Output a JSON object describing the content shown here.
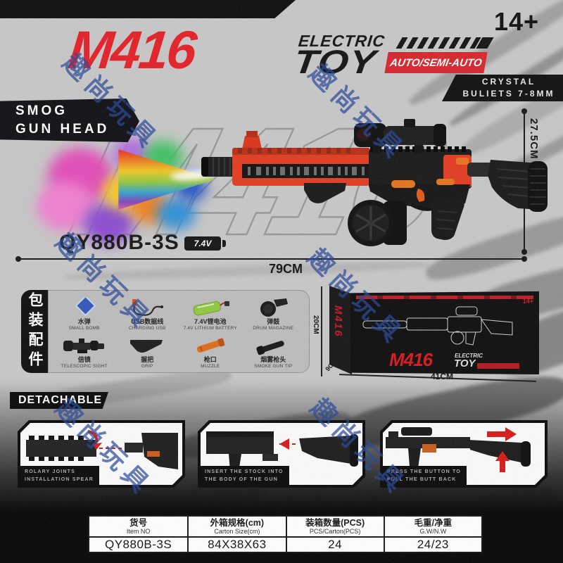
{
  "watermark": {
    "text": "趣尚玩具"
  },
  "header": {
    "age_rating": "14+",
    "title": "M416",
    "subtitle_line1": "ELECTRIC",
    "subtitle_line2": "TOY",
    "mode_badge": "AUTO/SEMI-AUTO"
  },
  "smog_badge": {
    "line1": "SMOG",
    "line2": "GUN HEAD"
  },
  "crystal_badge": {
    "line1": "CRYSTAL",
    "line2": "BULIETS 7-8MM"
  },
  "product": {
    "model": "QY880B-3S",
    "voltage": "7.4V",
    "length": "79CM",
    "height": "27.5CM",
    "background_text": "M416"
  },
  "accessories": {
    "tab": "包装配件",
    "items": [
      {
        "zh": "水弹",
        "en": "SMALL BOMB"
      },
      {
        "zh": "USB数据线",
        "en": "CHARGING USB"
      },
      {
        "zh": "7.4V锂电池",
        "en": "7.4V LITHIUM BATTERY"
      },
      {
        "zh": "弹鼓",
        "en": "DRUM MAGAZINE"
      },
      {
        "zh": "倍镜",
        "en": "TELESCOPIC SIGHT"
      },
      {
        "zh": "握把",
        "en": "GRIP"
      },
      {
        "zh": "枪口",
        "en": "MUZZLE"
      },
      {
        "zh": "烟雾枪头",
        "en": "SMOKE GUN TIP"
      }
    ]
  },
  "box": {
    "side_text": "M416",
    "logo": "M416",
    "logo_sub1": "ELECTRIC",
    "logo_sub2": "TOY",
    "age": "14+",
    "height": "20CM",
    "depth": "9CM",
    "width": "41CM"
  },
  "detachable": {
    "title": "DETACHABLE",
    "steps": [
      {
        "line1": "ROLARY JOINTS",
        "line2": "INSTALLATION SPEAR"
      },
      {
        "line1": "INSERT THE STOCK INTO",
        "line2": "THE BODY OF THE GUN"
      },
      {
        "line1": "PRESS THE BUTTON TO",
        "line2": "PULL THE BUTT BACK"
      }
    ]
  },
  "spec_table": {
    "columns": [
      {
        "zh": "货号",
        "en": "Item NO",
        "value": "QY880B-3S"
      },
      {
        "zh": "外箱规格(cm)",
        "en": "Carton Size(cm)",
        "value": "84X38X63"
      },
      {
        "zh": "装箱数量(PCS)",
        "en": "PCS/Carton(PCS)",
        "value": "24"
      },
      {
        "zh": "毛重/净重",
        "en": "G.W/N.W",
        "value": "24/23"
      }
    ]
  }
}
